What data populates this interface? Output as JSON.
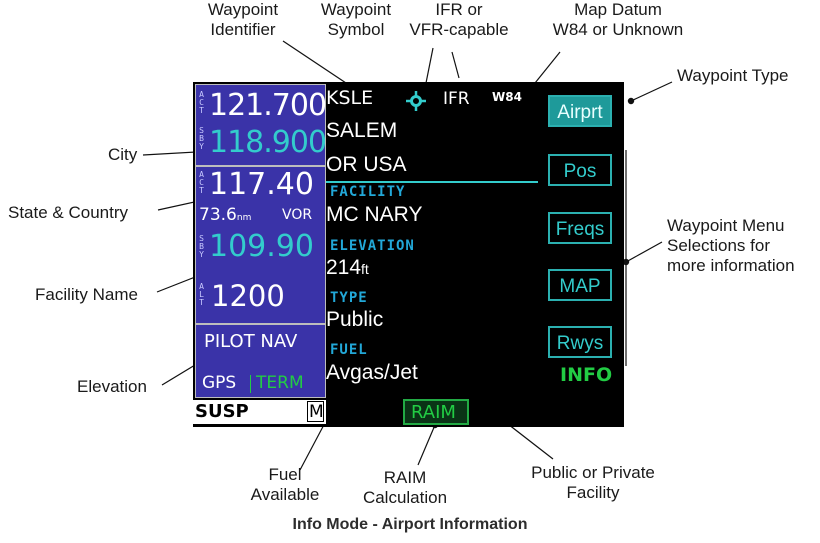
{
  "callouts": {
    "waypoint_identifier": "Waypoint\nIdentifier",
    "waypoint_symbol": "Waypoint\nSymbol",
    "ifr_vfr": "IFR or\nVFR-capable",
    "map_datum": "Map Datum\nW84 or Unknown",
    "waypoint_type": "Waypoint Type",
    "city": "City",
    "state_country": "State & Country",
    "facility_name": "Facility Name",
    "elevation": "Elevation",
    "menu_selections": "Waypoint Menu\nSelections for\nmore information",
    "fuel_available": "Fuel\nAvailable",
    "raim_calc": "RAIM\nCalculation",
    "public_private": "Public or Private\nFacility"
  },
  "caption": "Info Mode - Airport Information",
  "screen": {
    "com_active": "121.700",
    "com_standby": "118.900",
    "nav_active": "117.40",
    "dme_distance": "73.6",
    "dme_unit": "nm",
    "nav_type": "VOR",
    "nav_standby": "109.90",
    "altitude": "1200",
    "mode_label": "PILOT NAV",
    "gps_label": "GPS",
    "term_label": "TERM",
    "susp_label": "SUSP",
    "m_label": "M",
    "raim_label": "RAIM",
    "identifier": "KSLE",
    "flight_rules": "IFR",
    "datum": "W84",
    "city": "SALEM",
    "state_country": "OR USA",
    "facility_header": "FACILITY",
    "facility": "MC NARY",
    "elevation_header": "ELEVATION",
    "elevation_value": "214",
    "elevation_unit": "ft",
    "type_header": "TYPE",
    "type_value": "Public",
    "fuel_header": "FUEL",
    "fuel_value": "Avgas/Jet",
    "menu": [
      "Airprt",
      "Pos",
      "Freqs",
      "MAP",
      "Rwys"
    ],
    "page_label": "INFO",
    "micro_labels": {
      "act": "ACT",
      "sby": "SBY",
      "alt": "ALT"
    }
  },
  "colors": {
    "screen_bg": "#000000",
    "radio_pane": "#3a33a8",
    "cyan": "#33cccc",
    "green": "#22cc44",
    "section_header": "#22a8d8",
    "callout_text": "#1a1a1a"
  }
}
